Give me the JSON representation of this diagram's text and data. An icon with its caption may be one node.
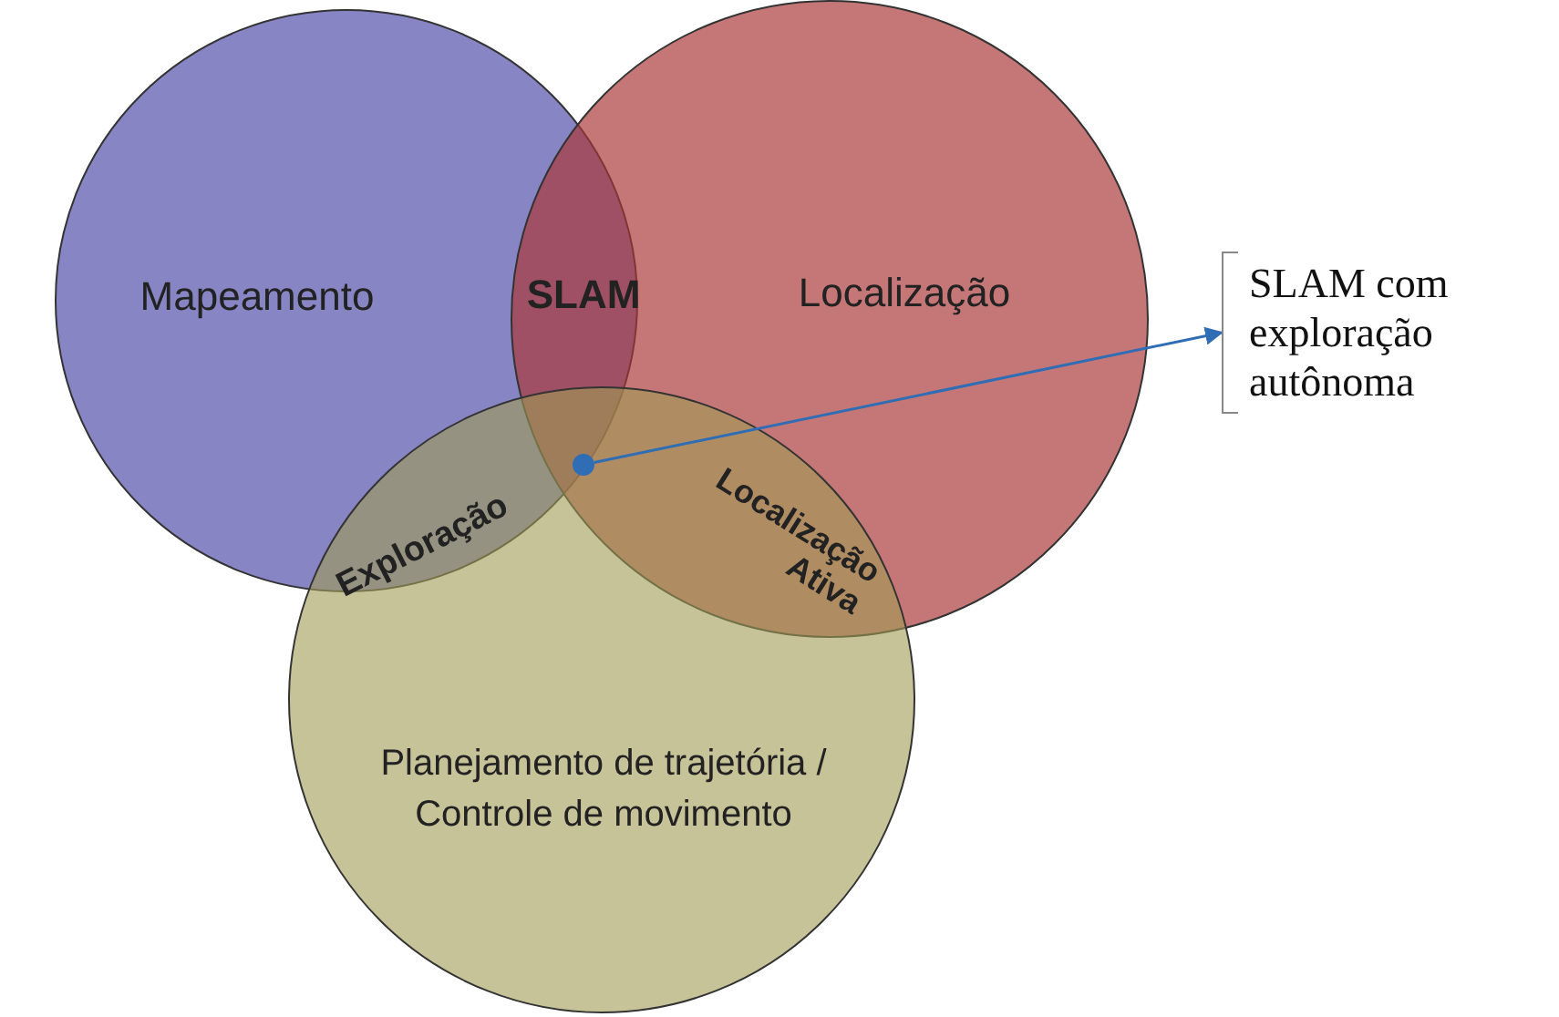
{
  "diagram": {
    "nodes": [
      {
        "text": [
          "Mapeamento"
        ]
      },
      {
        "text": [
          "Localização"
        ]
      },
      {
        "text": [
          "Planejamento de trajetória / Controle de movimento"
        ]
      },
      {
        "text": [
          "SLAM"
        ]
      },
      {
        "text": [
          "Exploração"
        ]
      },
      {
        "text": [
          "Localização Ativa"
        ]
      },
      {
        "text": [],
        "shape": "circle"
      },
      {
        "text": [
          "SLAM com exploração autônoma"
        ]
      }
    ],
    "edges": [
      {
        "from": 6,
        "to": 7,
        "arrow": "to"
      }
    ]
  }
}
